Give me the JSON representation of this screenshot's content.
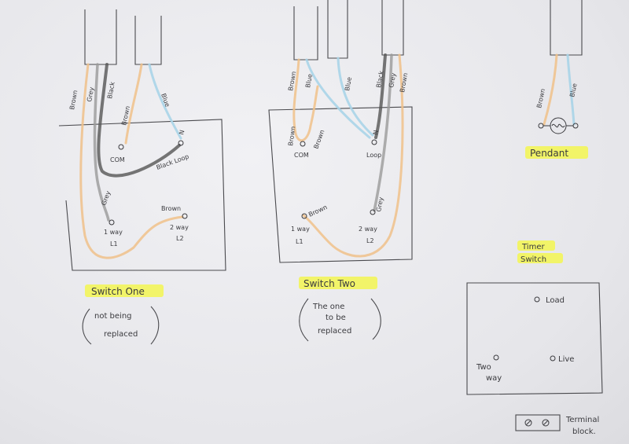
{
  "switch_one": {
    "wires_top": [
      "Brown",
      "Grey",
      "Black",
      "Brown",
      "Blue"
    ],
    "terminals": {
      "com": "COM",
      "n": "N",
      "loop": "Black Loop"
    },
    "labels": {
      "grey": "Grey",
      "brown": "Brown",
      "l1_top": "1 way",
      "l1": "L1",
      "l2_top": "2 way",
      "l2": "L2"
    },
    "title": "Switch One",
    "note_line1": "not being",
    "note_line2": "replaced"
  },
  "switch_two": {
    "wires_top": [
      "Brown",
      "Blue",
      "Blue",
      "Black",
      "Grey",
      "Brown"
    ],
    "inner": {
      "brown_a": "Brown",
      "brown_b": "Brown",
      "com": "COM",
      "n": "N",
      "loop": "Loop",
      "brown_c": "Brown",
      "grey": "Grey"
    },
    "labels": {
      "l1_top": "1 way",
      "l1": "L1",
      "l2_top": "2 way",
      "l2": "L2"
    },
    "title": "Switch Two",
    "note_line1": "The one",
    "note_line2": "to be",
    "note_line3": "replaced"
  },
  "pendant": {
    "wires": [
      "Brown",
      "Blue"
    ],
    "title": "Pendant"
  },
  "timer": {
    "title_line1": "Timer",
    "title_line2": "Switch",
    "load": "Load",
    "live": "Live",
    "two_way_1": "Two",
    "two_way_2": "way"
  },
  "terminal_block": {
    "line1": "Terminal",
    "line2": "block."
  }
}
